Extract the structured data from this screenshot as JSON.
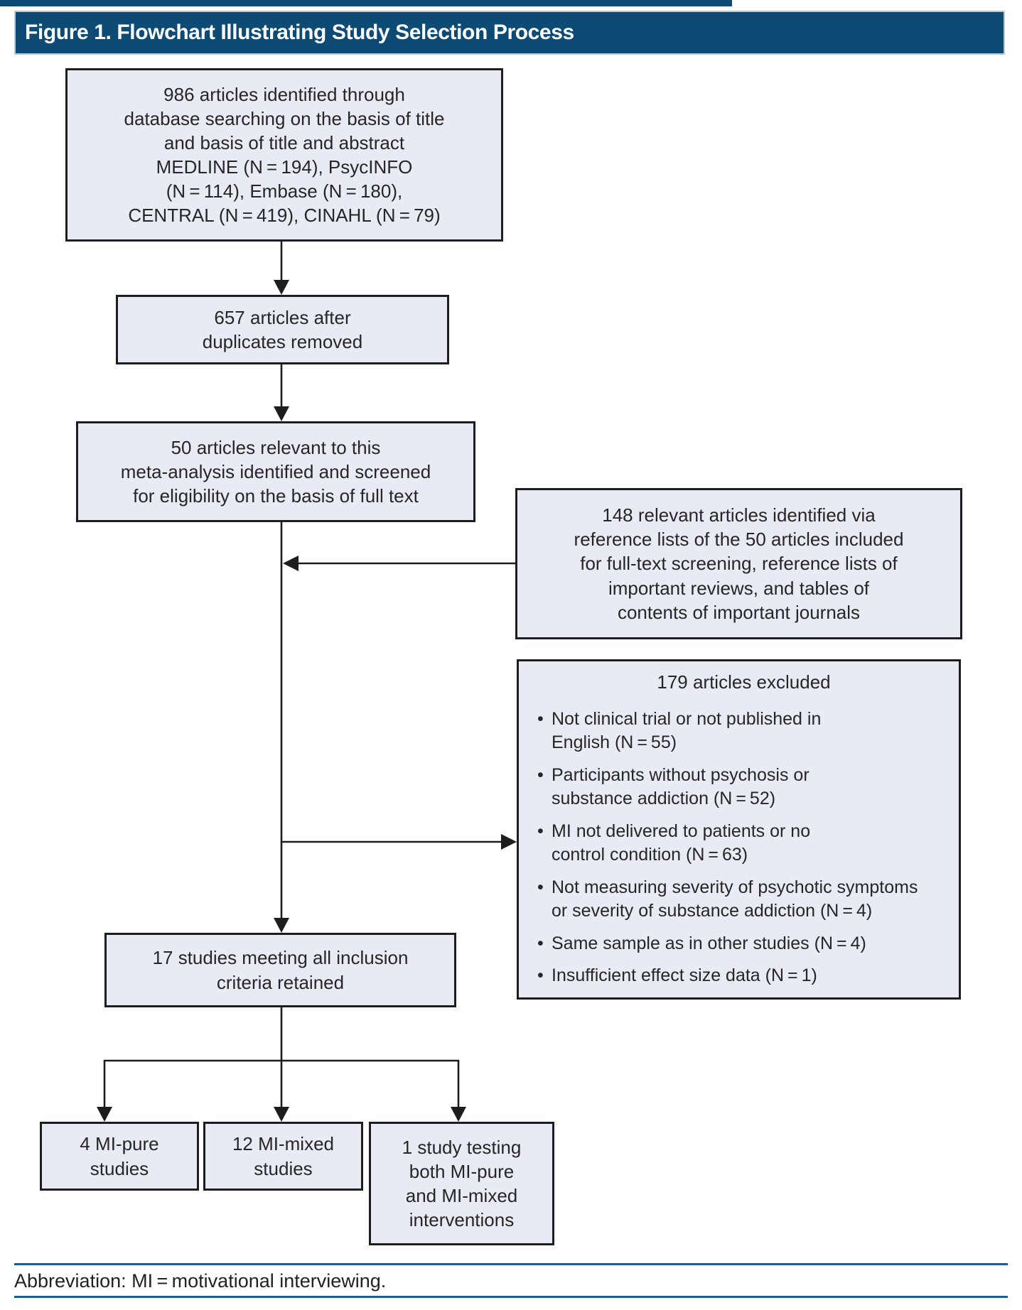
{
  "title_bar": {
    "text": "Figure 1. Flowchart Illustrating Study Selection Process"
  },
  "boxes": {
    "identified": {
      "text": "986 articles identified through\ndatabase searching on the basis of title\nand basis of title and abstract\nMEDLINE (N = 194), PsycINFO\n(N = 114), Embase (N = 180),\nCENTRAL (N = 419), CINAHL (N = 79)"
    },
    "deduped": {
      "text": "657 articles after\nduplicates removed"
    },
    "screened": {
      "text": "50 articles relevant to this\nmeta-analysis identified and screened\nfor eligibility on the basis of full text"
    },
    "references": {
      "text": "148 relevant articles identified via\nreference lists of the 50 articles included\nfor full-text screening, reference lists of\nimportant reviews, and tables of\ncontents of important journals"
    },
    "excluded": {
      "title": "179 articles excluded",
      "bullet_char": "•",
      "bullets": [
        "Not clinical trial or not published in\nEnglish (N = 55)",
        "Participants without psychosis or\nsubstance addiction (N = 52)",
        "MI not delivered to patients or no\ncontrol condition (N = 63)",
        "Not measuring severity of psychotic symptoms\nor severity of substance addiction (N = 4)",
        "Same sample as in other studies (N = 4)",
        "Insufficient effect size data (N = 1)"
      ]
    },
    "retained": {
      "text": "17 studies meeting all inclusion\ncriteria retained"
    },
    "mi_pure": {
      "text": "4 MI-pure\nstudies"
    },
    "mi_mixed": {
      "text": "12 MI-mixed\nstudies"
    },
    "both": {
      "text": "1 study testing\nboth MI-pure\nand MI-mixed\ninterventions"
    }
  },
  "footer": {
    "abbreviation": "Abbreviation: MI = motivational interviewing."
  },
  "colors": {
    "header_bg": "#0d4a74",
    "box_fill": "#e8ebf4",
    "box_border": "#1e1e1e",
    "rule_blue": "#1e5c8e"
  }
}
